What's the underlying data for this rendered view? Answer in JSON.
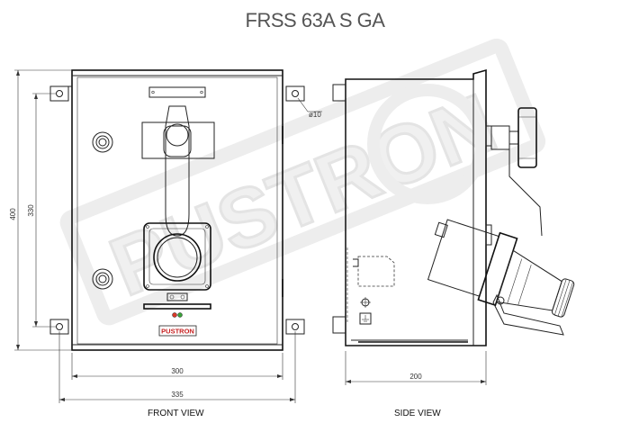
{
  "title": "FRSS 63A S GA",
  "views": {
    "front_label": "FRONT VIEW",
    "side_label": "SIDE VIEW"
  },
  "dimensions": {
    "overall_height": "400",
    "mount_height": "330",
    "front_width": "300",
    "overall_width": "335",
    "depth": "200",
    "hole_diameter": "ø10"
  },
  "logo": "PUSTRON",
  "watermark": "PUSTRON"
}
